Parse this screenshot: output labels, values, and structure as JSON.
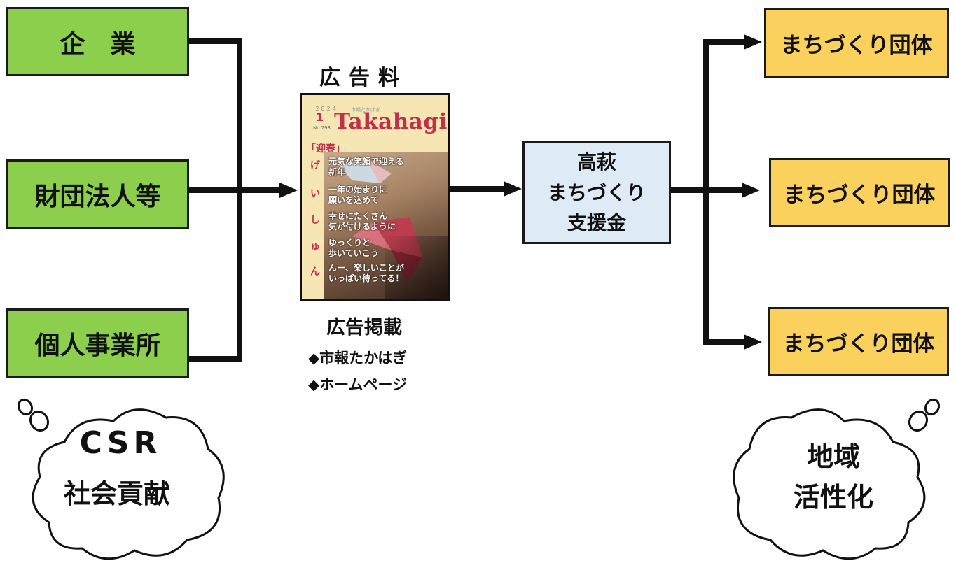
{
  "sources": [
    "企　業",
    "財団法人等",
    "個人事業所"
  ],
  "fee_label": "広告料",
  "magazine": {
    "year": "２０２４",
    "month": "1",
    "issue": "No.793",
    "subtitle": "市報たかはぎ",
    "title": "Takahagi",
    "feature": "「迎春」",
    "kana": [
      "げ",
      "い",
      "し",
      "ゅ",
      "ん"
    ],
    "lines": [
      [
        "元気な笑顔で迎える",
        "新年"
      ],
      [
        "一年の始まりに",
        "願いを込めて"
      ],
      [
        "幸せにたくさん",
        "気が付けるように"
      ],
      [
        "ゆっくりと",
        "歩いていこう"
      ],
      [
        "んー、楽しいことが",
        "いっぱい待ってる！"
      ]
    ]
  },
  "ad": {
    "title": "広告掲載",
    "items": [
      "◆市報たかはぎ",
      "◆ホームページ"
    ]
  },
  "fund": [
    "高萩",
    "まちづくり",
    "支援金"
  ],
  "groups": [
    "まちづくり団体",
    "まちづくり団体",
    "まちづくり団体"
  ],
  "cloud_left": {
    "line1": "CSR",
    "line2": "社会貢献"
  },
  "cloud_right": {
    "line1": "地域",
    "line2": "活性化"
  },
  "colors": {
    "source": "#8ccf4d",
    "group": "#fbd15e",
    "fund": "#deeaf6",
    "accent": "#c22f49"
  }
}
